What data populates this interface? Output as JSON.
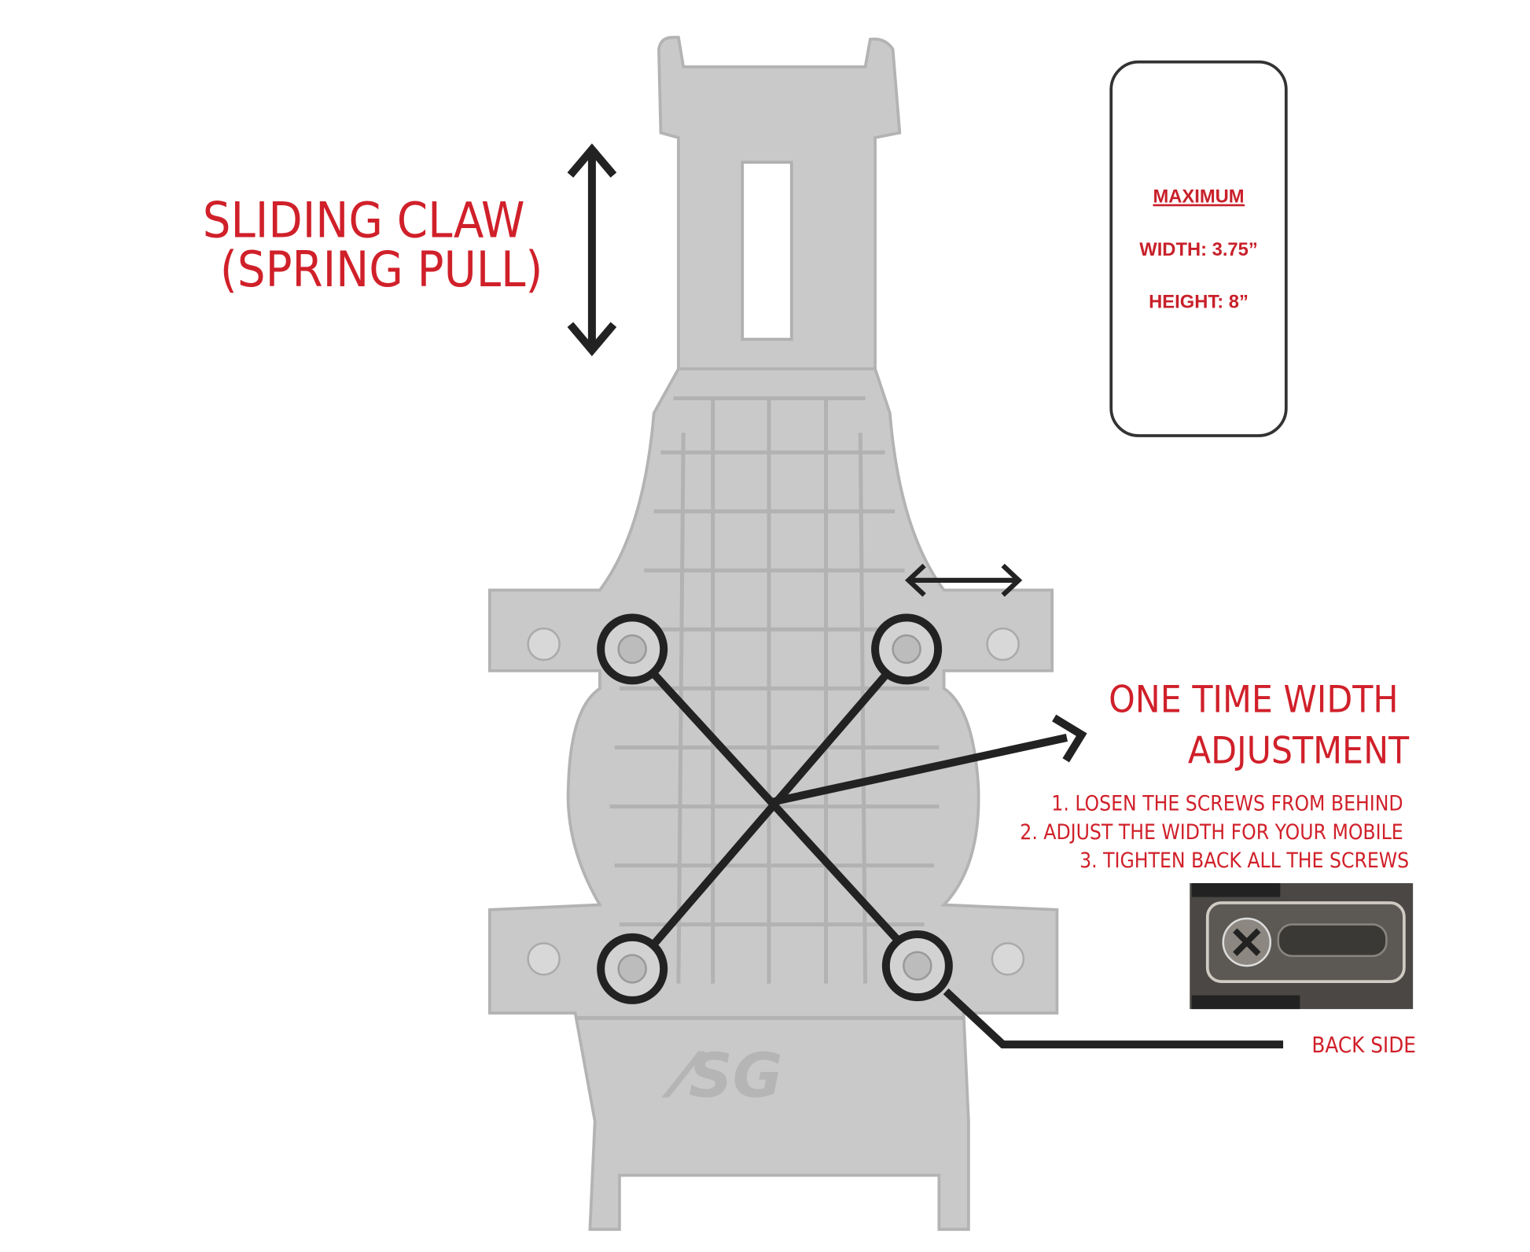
{
  "labels": {
    "sliding_claw_line1": "SLIDING CLAW",
    "sliding_claw_line2": "(SPRING PULL)",
    "width_adjust_line1": "ONE TIME WIDTH",
    "width_adjust_line2": "ADJUSTMENT",
    "steps": [
      "1. LOSEN THE SCREWS FROM BEHIND",
      "2. ADJUST THE WIDTH FOR YOUR MOBILE",
      "3. TIGHTEN BACK ALL THE SCREWS"
    ],
    "back_side": "BACK SIDE"
  },
  "phone_box": {
    "heading": "MAXIMUM",
    "width": "WIDTH: 3.75”",
    "height": "HEIGHT: 8”"
  },
  "logo_text": "SG",
  "colors": {
    "accent": "#d0202a",
    "line": "#222222",
    "holder": "#c9c9c9"
  }
}
